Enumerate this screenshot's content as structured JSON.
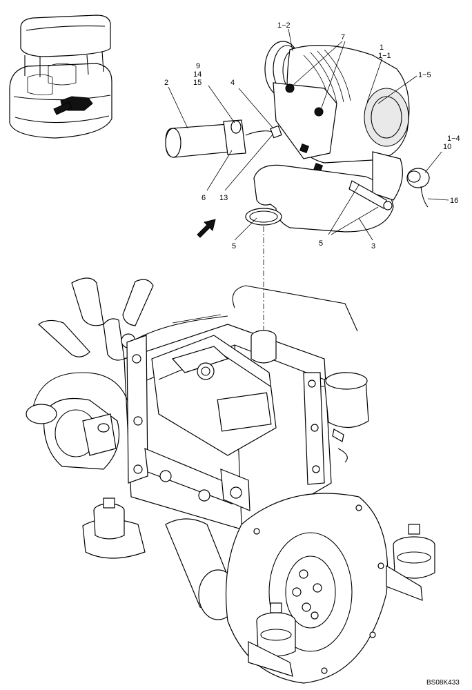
{
  "diagram": {
    "callouts": [
      {
        "id": "c-1-2",
        "text": "1−2"
      },
      {
        "id": "c-7",
        "text": "7"
      },
      {
        "id": "c-1",
        "text": "1"
      },
      {
        "id": "c-1-1",
        "text": "1−1"
      },
      {
        "id": "c-1-5",
        "text": "1−5"
      },
      {
        "id": "c-9",
        "text": "9"
      },
      {
        "id": "c-14",
        "text": "14"
      },
      {
        "id": "c-15",
        "text": "15"
      },
      {
        "id": "c-2",
        "text": "2"
      },
      {
        "id": "c-4",
        "text": "4"
      },
      {
        "id": "c-1-4",
        "text": "1−4"
      },
      {
        "id": "c-10",
        "text": "10"
      },
      {
        "id": "c-16",
        "text": "16"
      },
      {
        "id": "c-6",
        "text": "6"
      },
      {
        "id": "c-13",
        "text": "13"
      },
      {
        "id": "c-5a",
        "text": "5"
      },
      {
        "id": "c-5b",
        "text": "5"
      },
      {
        "id": "c-3",
        "text": "3"
      }
    ],
    "reference_code": "BS08K433"
  }
}
